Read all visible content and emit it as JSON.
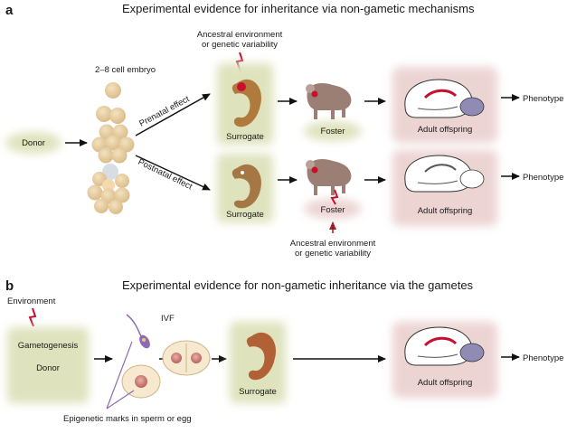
{
  "panel_a": {
    "letter": "a",
    "title": "Experimental evidence for inheritance via non-gametic mechanisms",
    "ancestral_top": [
      "Ancestral environment",
      "or genetic variability"
    ],
    "embryo_label": "2–8 cell embryo",
    "donor": "Donor",
    "prenatal": "Prenatal effect",
    "postnatal": "Postnatal effect",
    "surrogate_top": "Surrogate",
    "surrogate_bottom": "Surrogate",
    "foster_top": "Foster",
    "foster_bottom": "Foster",
    "adult_top": "Adult offspring",
    "adult_bottom": "Adult offspring",
    "phenotype_top": "Phenotype",
    "phenotype_bottom": "Phenotype",
    "ancestral_bottom": [
      "Ancestral environment",
      "or genetic variability"
    ]
  },
  "panel_b": {
    "letter": "b",
    "title": "Experimental evidence for non-gametic inheritance via the gametes",
    "environment": "Environment",
    "gametogenesis": "Gametogenesis",
    "donor": "Donor",
    "ivf": "IVF",
    "surrogate": "Surrogate",
    "adult": "Adult offspring",
    "phenotype": "Phenotype",
    "epigenetic": "Epigenetic marks in sperm or egg"
  },
  "colors": {
    "green_box": "#dfe3bd",
    "pink_box": "#ecd4d3",
    "embryo": "#e8cfa0",
    "fetus": "#b07a3c",
    "mouse": "#9b7f74",
    "red_mark": "#c8102e",
    "sperm": "#8c6cb0"
  }
}
